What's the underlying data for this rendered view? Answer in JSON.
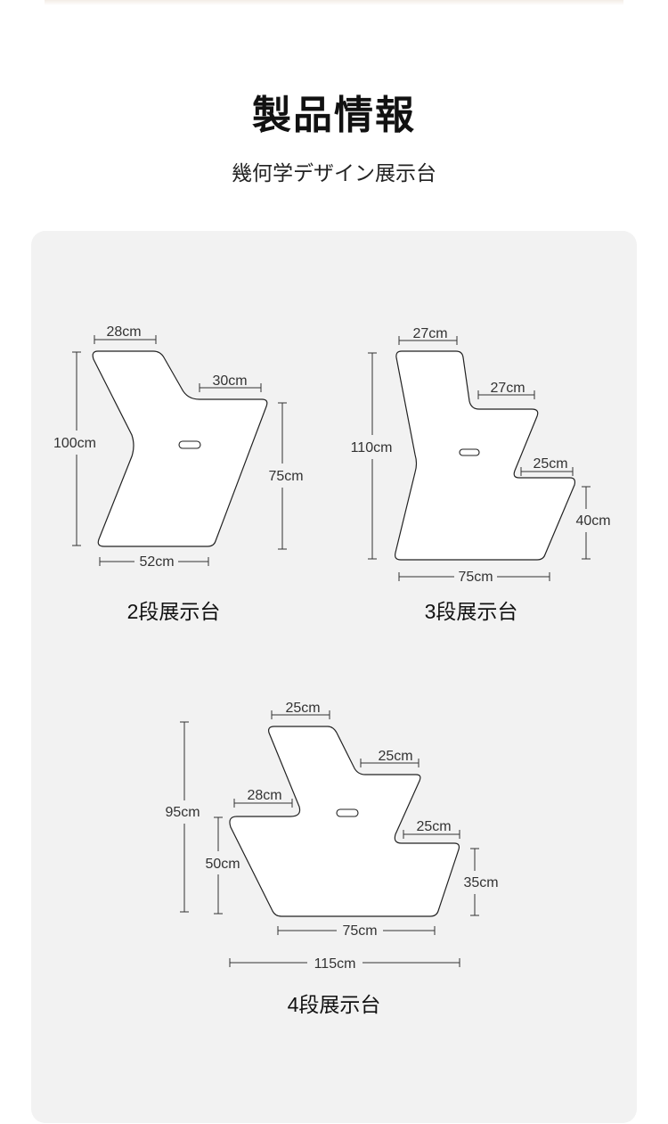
{
  "header": {
    "title": "製品情報",
    "subtitle": "幾何学デザイン展示台"
  },
  "stands": [
    {
      "caption": "2段展示台",
      "dims": {
        "top": "28cm",
        "step": "30cm",
        "height": "100cm",
        "right_height": "75cm",
        "bottom": "52cm"
      }
    },
    {
      "caption": "3段展示台",
      "dims": {
        "top": "27cm",
        "step1": "27cm",
        "step2": "25cm",
        "height": "110cm",
        "right_height": "40cm",
        "bottom": "75cm"
      }
    },
    {
      "caption": "4段展示台",
      "dims": {
        "top": "25cm",
        "step1": "25cm",
        "left_step": "28cm",
        "step2": "25cm",
        "height": "95cm",
        "left_height": "50cm",
        "right_height": "35cm",
        "bottom": "75cm",
        "total_width": "115cm"
      }
    }
  ]
}
